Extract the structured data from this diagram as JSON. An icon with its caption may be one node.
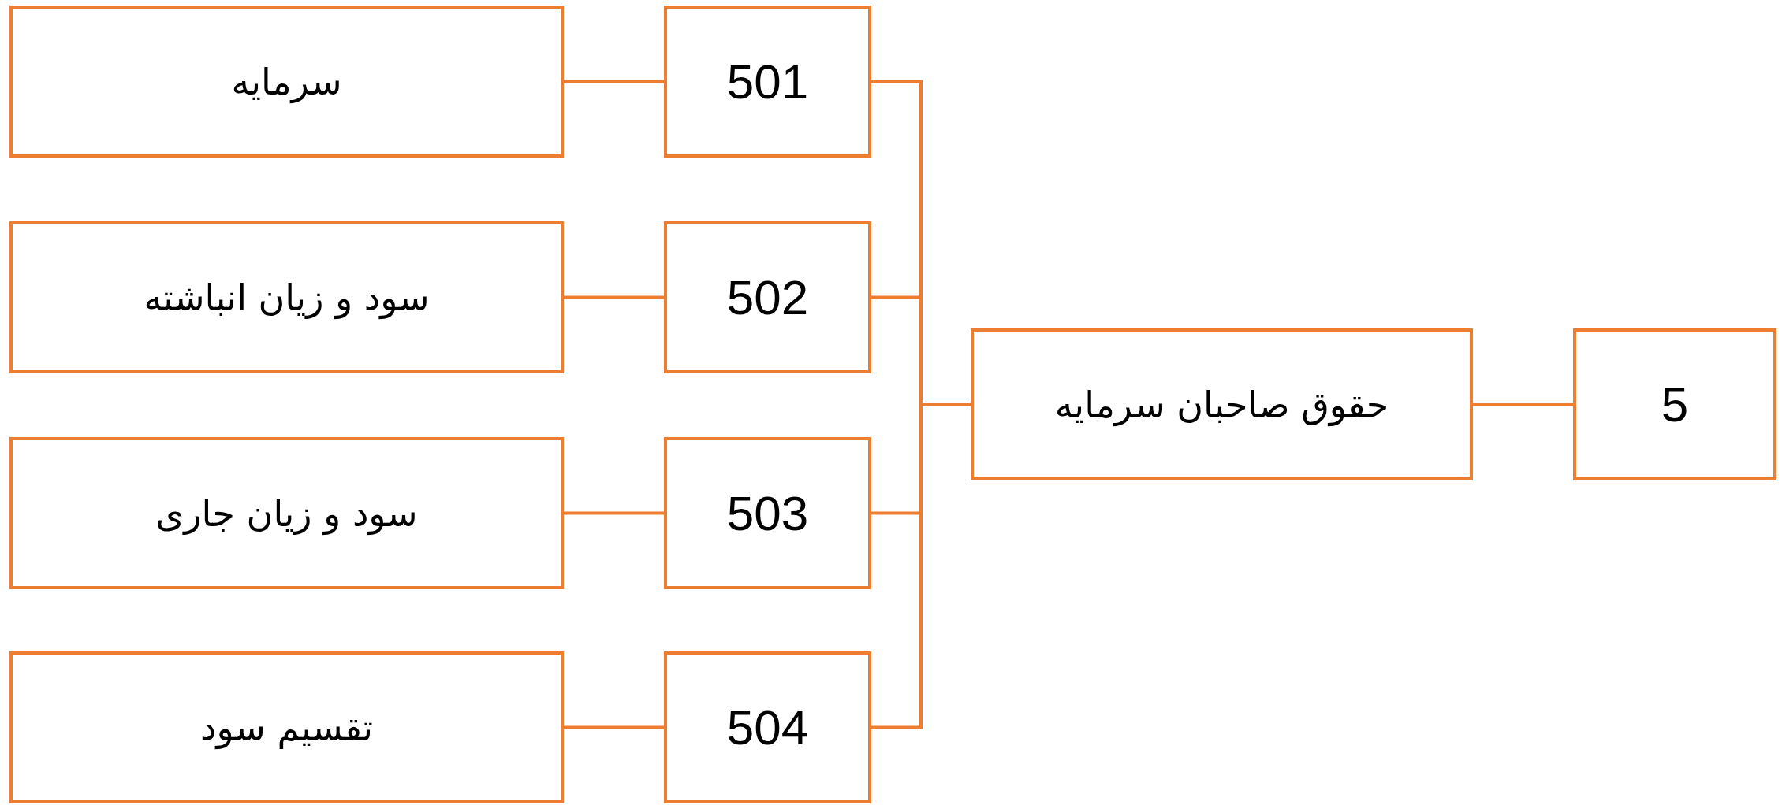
{
  "diagram": {
    "nodes": [
      {
        "text": [
          "سرمایه"
        ]
      },
      {
        "text": [
          "501"
        ]
      },
      {
        "text": [
          "سود و زیان انباشته"
        ]
      },
      {
        "text": [
          "502"
        ]
      },
      {
        "text": [
          "سود و زیان جاری"
        ]
      },
      {
        "text": [
          "503"
        ]
      },
      {
        "text": [
          "تقسیم سود"
        ]
      },
      {
        "text": [
          "504"
        ]
      },
      {
        "text": [
          "حقوق صاحبان سرمایه"
        ]
      },
      {
        "text": [
          "5"
        ]
      }
    ],
    "edges": [
      {
        "from": 0,
        "to": 1,
        "arrow": "none"
      },
      {
        "from": 2,
        "to": 3,
        "arrow": "none"
      },
      {
        "from": 4,
        "to": 5,
        "arrow": "none"
      },
      {
        "from": 6,
        "to": 7,
        "arrow": "none"
      },
      {
        "from": 1,
        "to": 8,
        "arrow": "none"
      },
      {
        "from": 3,
        "to": 8,
        "arrow": "none"
      },
      {
        "from": 5,
        "to": 8,
        "arrow": "none"
      },
      {
        "from": 7,
        "to": 8,
        "arrow": "none"
      },
      {
        "from": 8,
        "to": 9,
        "arrow": "none"
      }
    ]
  }
}
